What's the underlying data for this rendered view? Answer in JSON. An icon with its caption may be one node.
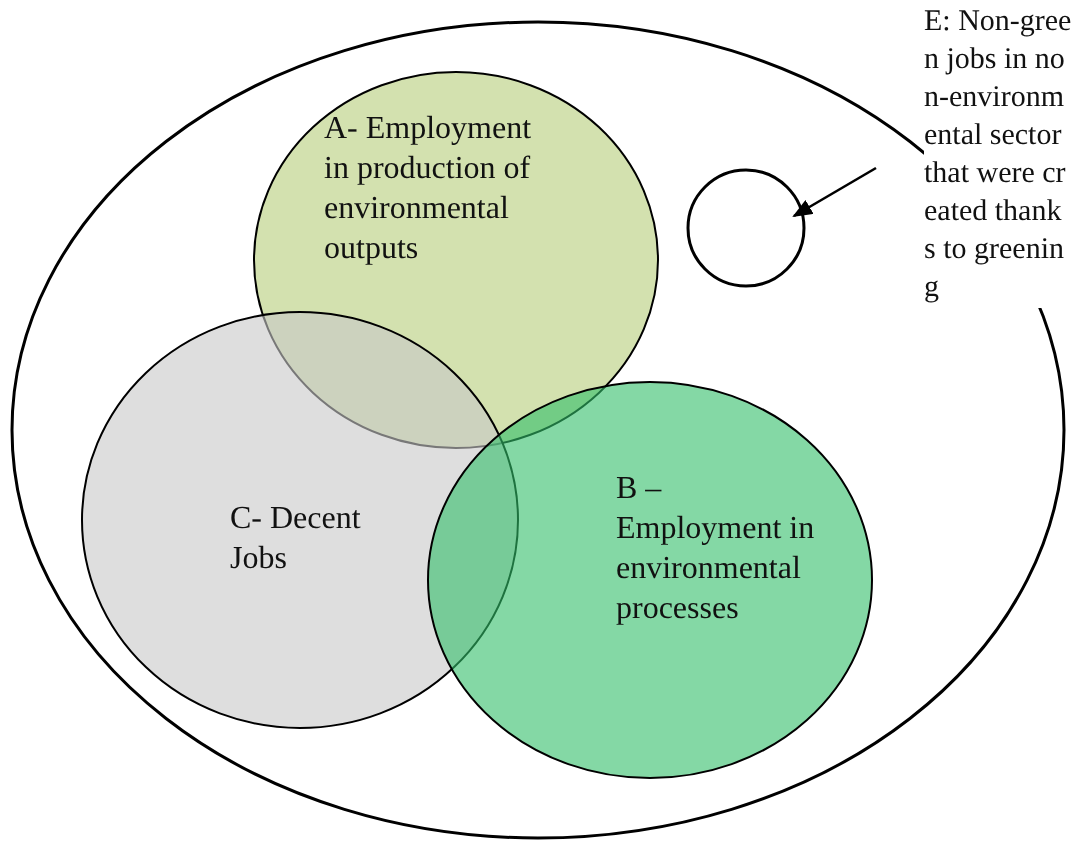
{
  "diagram": {
    "nodes": [
      {
        "text": [],
        "shape": "circle"
      },
      {
        "text": [
          "A- Employment in production of environmental outputs"
        ],
        "in": 0
      },
      {
        "text": [
          "C- Decent Jobs"
        ],
        "in": 0
      },
      {
        "text": [
          "B – Employment in environmental processes"
        ],
        "in": 0
      },
      {
        "text": [],
        "shape": "circle",
        "in": 0
      },
      {
        "text": [
          "E: Non-green jobs in non-environmental sector that were created thanks to greening"
        ]
      }
    ],
    "edges": [
      {
        "from": 5,
        "to": 4,
        "arrow": "to"
      }
    ]
  }
}
